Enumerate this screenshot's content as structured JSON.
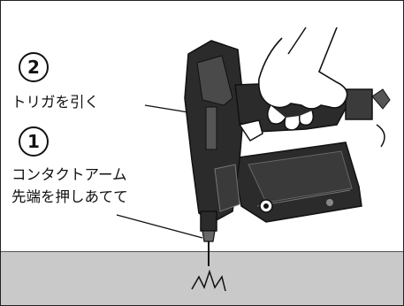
{
  "step2": {
    "number": "2",
    "text": "トリガを引く"
  },
  "step1": {
    "number": "1",
    "line1": "コンタクトアーム",
    "line2": "先端を押しあてて"
  },
  "icons": {
    "tool": "coil-nailer-icon",
    "hand": "hand-icon",
    "impact": "impact-burst-icon"
  },
  "colors": {
    "floor": "#c9c9c9",
    "line": "#111111",
    "tool_body": "#2b2b2b"
  }
}
